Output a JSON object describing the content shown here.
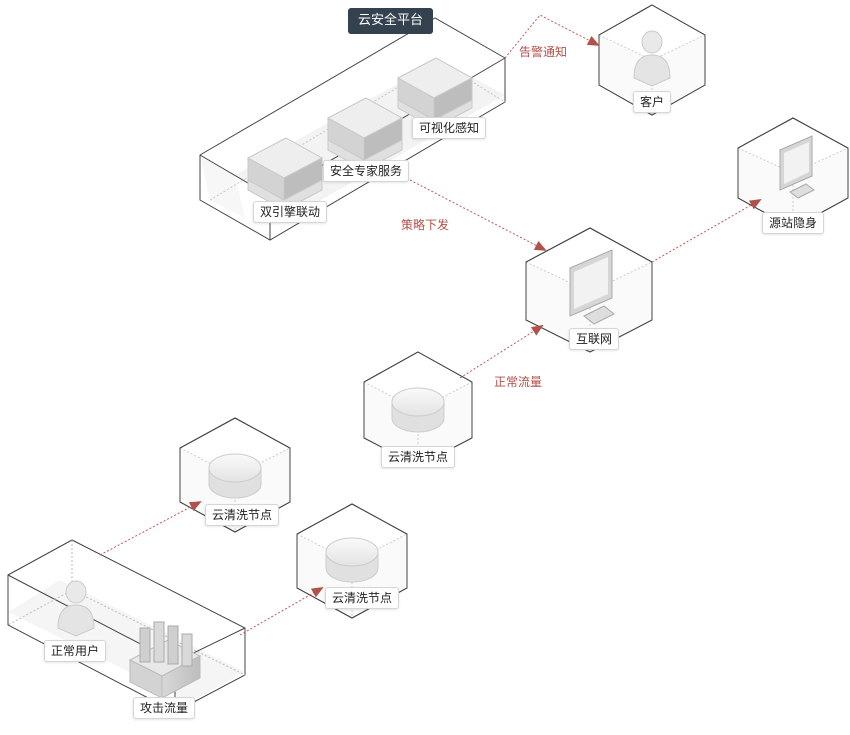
{
  "platform": {
    "title": "云安全平台",
    "modules": [
      "双引擎联动",
      "安全专家服务",
      "可视化感知"
    ]
  },
  "nodes": {
    "customer": "客户",
    "origin": "源站隐身",
    "internet": "互联网",
    "cleaning_top": "云清洗节点",
    "cleaning_left": "云清洗节点",
    "cleaning_bottom": "云清洗节点",
    "normal_user": "正常用户",
    "attack_traffic": "攻击流量"
  },
  "flows": {
    "alert": "告警通知",
    "policy": "策略下发",
    "normal_traffic": "正常流量"
  },
  "colors": {
    "flow_line": "#c25a54",
    "arrow": "#b2504a",
    "title_bg": "#34414f"
  }
}
